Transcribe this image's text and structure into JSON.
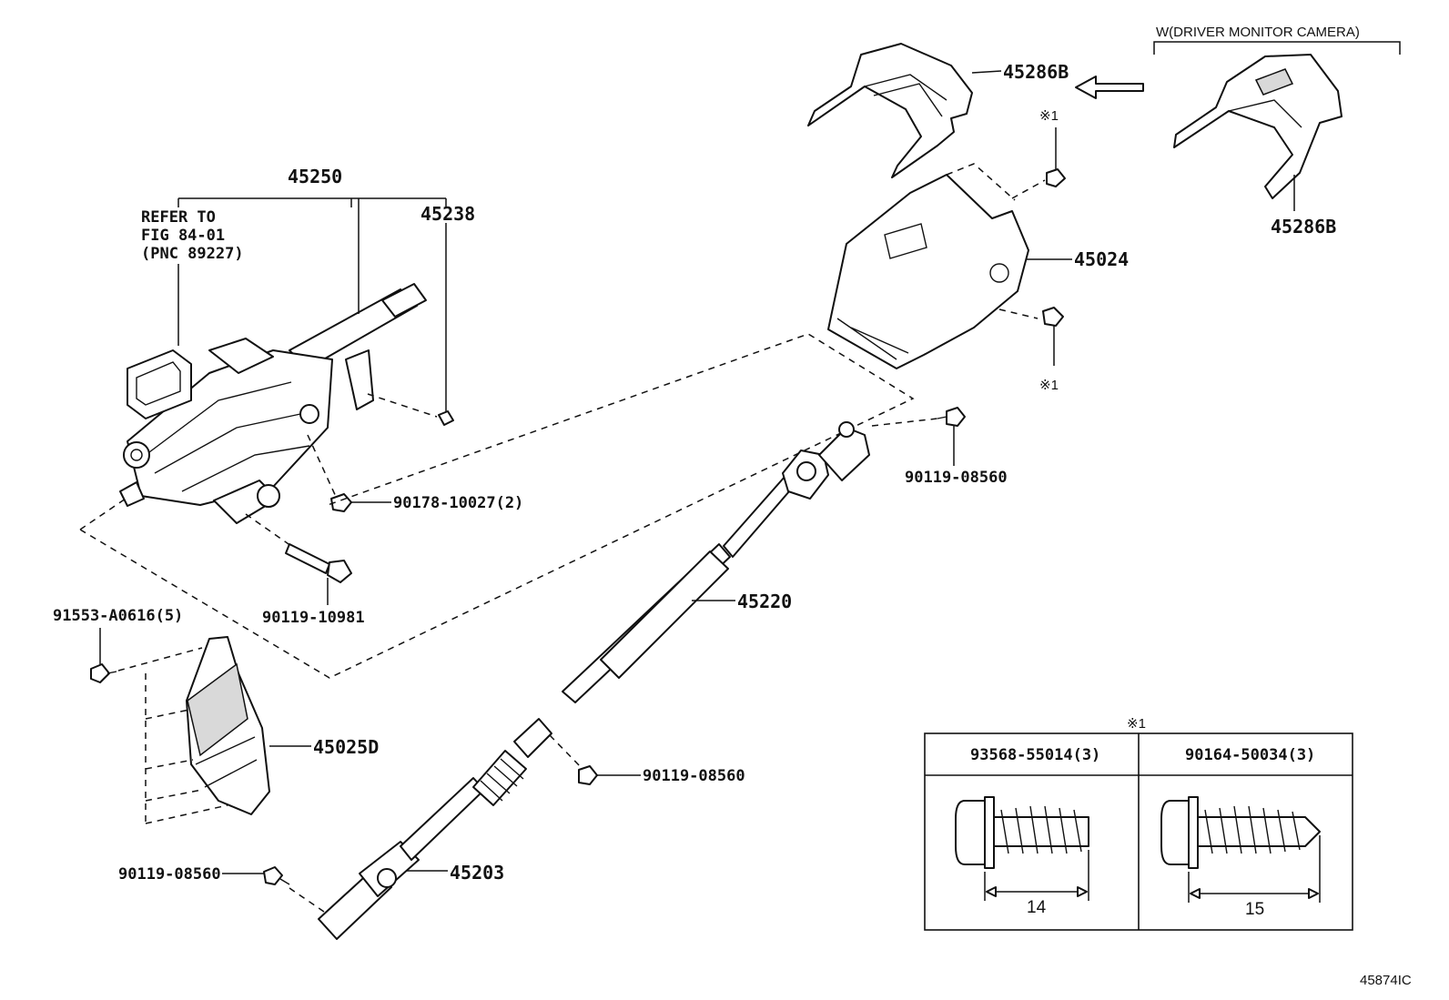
{
  "labels": {
    "column_assy": "45250",
    "refer_line1": "REFER TO",
    "refer_line2": "FIG 84-01",
    "refer_line3": "(PNC 89227)",
    "clip_45238": "45238",
    "nut_90178": "90178-10027(2)",
    "bolt_90119_10981": "90119-10981",
    "clip_91553": "91553-A0616(5)",
    "cover_45025d": "45025D",
    "shaft_45220": "45220",
    "bolt_90119_upper": "90119-08560",
    "bolt_90119_mid": "90119-08560",
    "bolt_90119_lower": "90119-08560",
    "joint_45203": "45203",
    "cover_45024": "45024",
    "cover_45286b_top": "45286B",
    "cover_45286b_right": "45286B",
    "variant_title": "W(DRIVER MONITOR CAMERA)",
    "note_mark_1": "※1",
    "note_mark_2": "※1",
    "table_mark": "※1",
    "figure_id": "45874IC"
  },
  "screw_table": {
    "columns": [
      {
        "part_no": "93568-55014(3)",
        "length": "14"
      },
      {
        "part_no": "90164-50034(3)",
        "length": "15"
      }
    ]
  }
}
